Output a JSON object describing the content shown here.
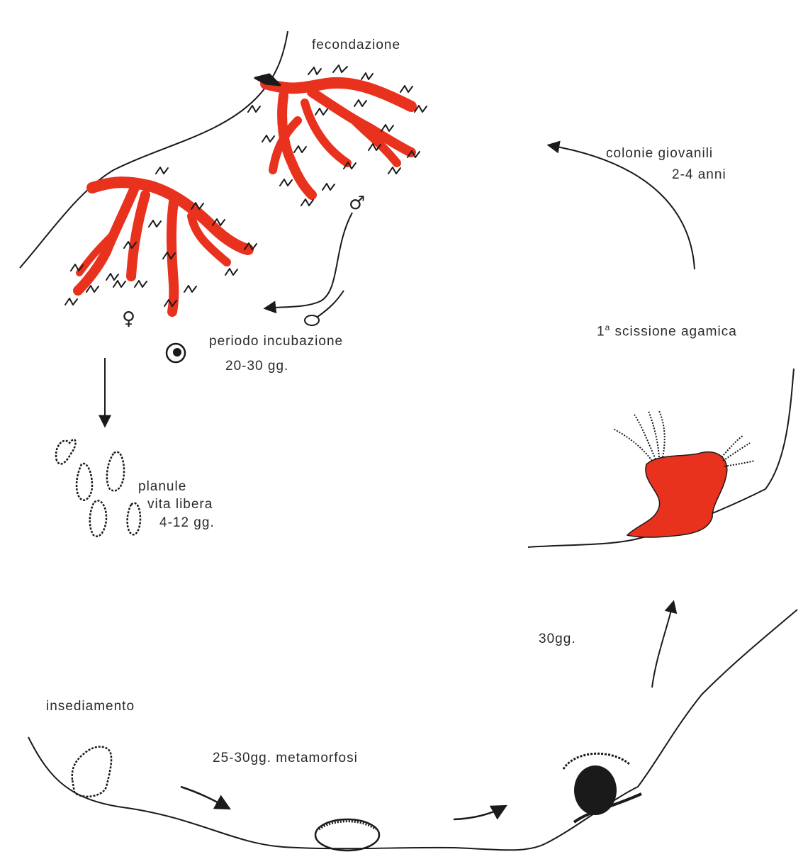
{
  "labels": {
    "fecondazione": "fecondazione",
    "colonie_line1": "colonie giovanili",
    "colonie_line2": "2-4 anni",
    "incubazione_line1": "periodo incubazione",
    "incubazione_line2": "20-30 gg.",
    "scissione_sup": "a",
    "scissione_num": "1",
    "scissione_text": " scissione agamica",
    "planule_line1": "planule",
    "planule_line2": "vita libera",
    "planule_line3": "4-12 gg.",
    "trenta": "30gg.",
    "insediamento": "insediamento",
    "metamorfosi": "25-30gg. metamorfosi"
  },
  "symbols": {
    "female": "♀",
    "male": "♂"
  },
  "colors": {
    "coral": "#e8321e",
    "ink": "#1a1a1a",
    "text": "#2a2a2a"
  }
}
